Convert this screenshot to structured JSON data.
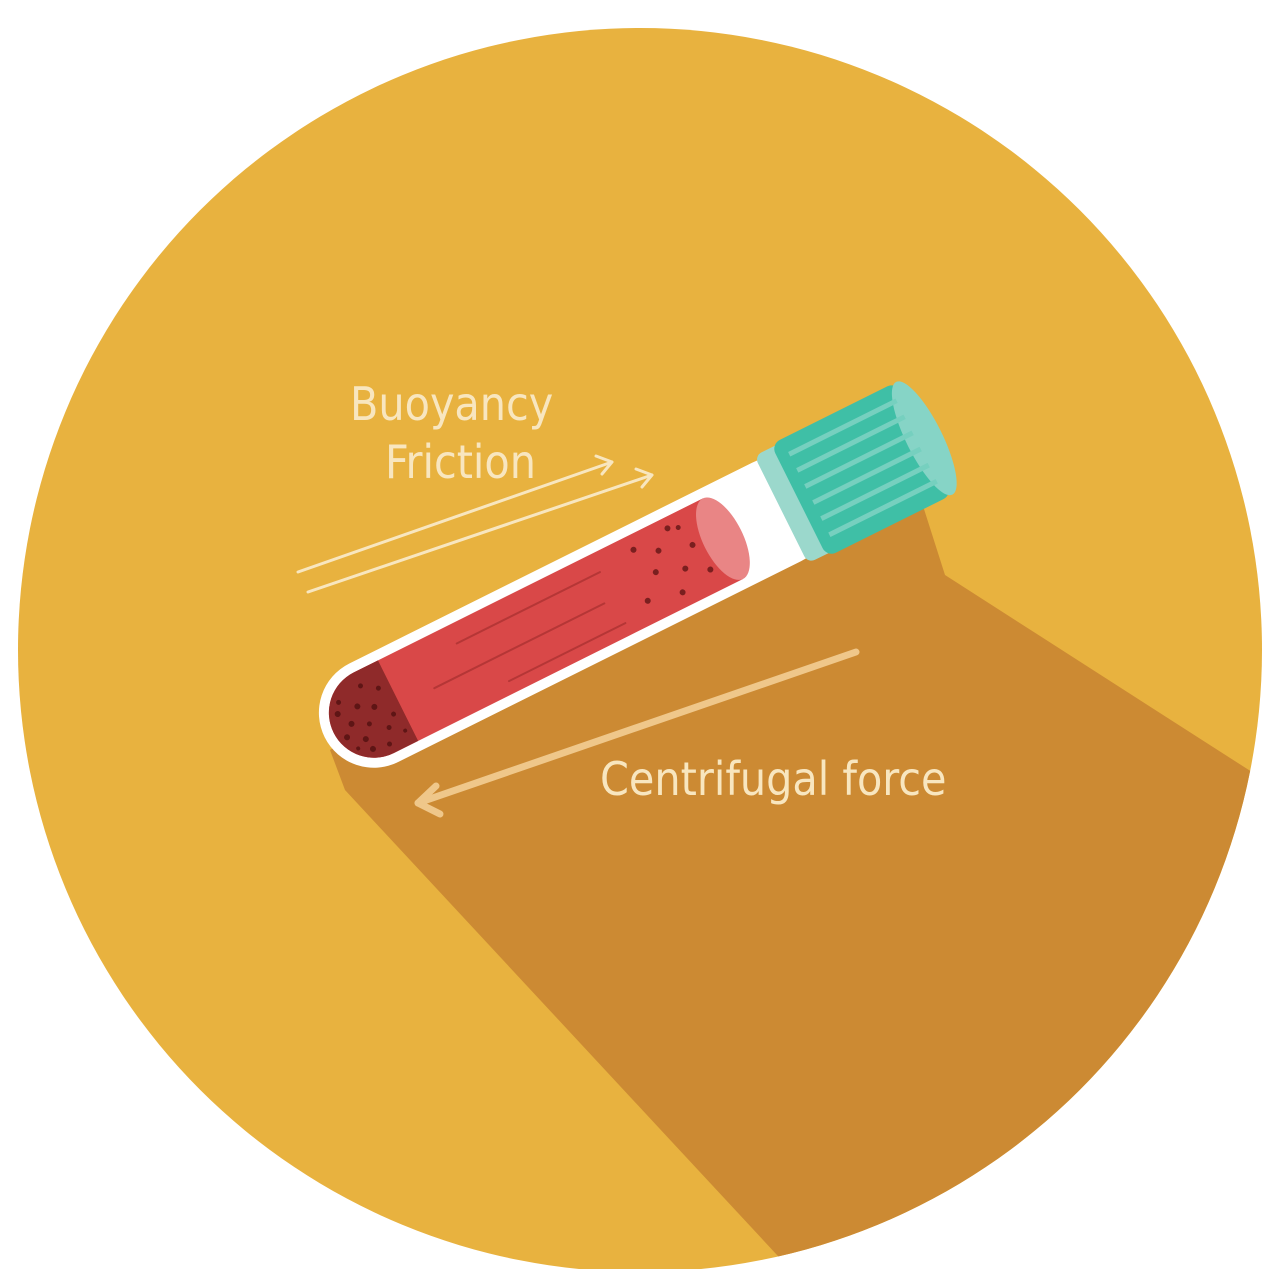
{
  "labels": {
    "buoyancy": "Buoyancy",
    "friction": "Friction",
    "centrifugal": "Centrifugal force"
  },
  "colors": {
    "circle": "#e8b23f",
    "shadow": "#cc8a33",
    "label_text": "#f8e6bf",
    "cap": "#3fbfa6",
    "cap_ring": "#9bd8cc",
    "blood": "#d94848",
    "blood_top": "#e98585",
    "sediment": "#7a1f1f",
    "tube_glass": "#ffffff"
  },
  "icons": {
    "tube": "test-tube-icon",
    "cap": "tube-cap-icon"
  }
}
